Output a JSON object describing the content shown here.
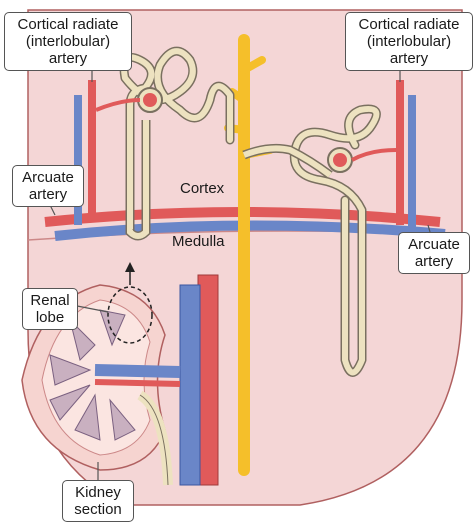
{
  "labels": {
    "cortical_left": "Cortical radiate\n(interlobular)\nartery",
    "cortical_right": "Cortical radiate\n(interlobular)\nartery",
    "arcuate_left": "Arcuate\nartery",
    "arcuate_right": "Arcuate\nartery",
    "cortex": "Cortex",
    "medulla": "Medulla",
    "renal_lobe": "Renal\nlobe",
    "kidney_section": "Kidney\nsection"
  },
  "colors": {
    "background_tissue": "#f4d6d6",
    "tissue_border": "#b06060",
    "artery": "#e05a5a",
    "vein": "#6a86c8",
    "collecting_duct": "#f5bf2a",
    "nephron_tubule": "#ede2c0",
    "tubule_outline": "#7a7060"
  }
}
